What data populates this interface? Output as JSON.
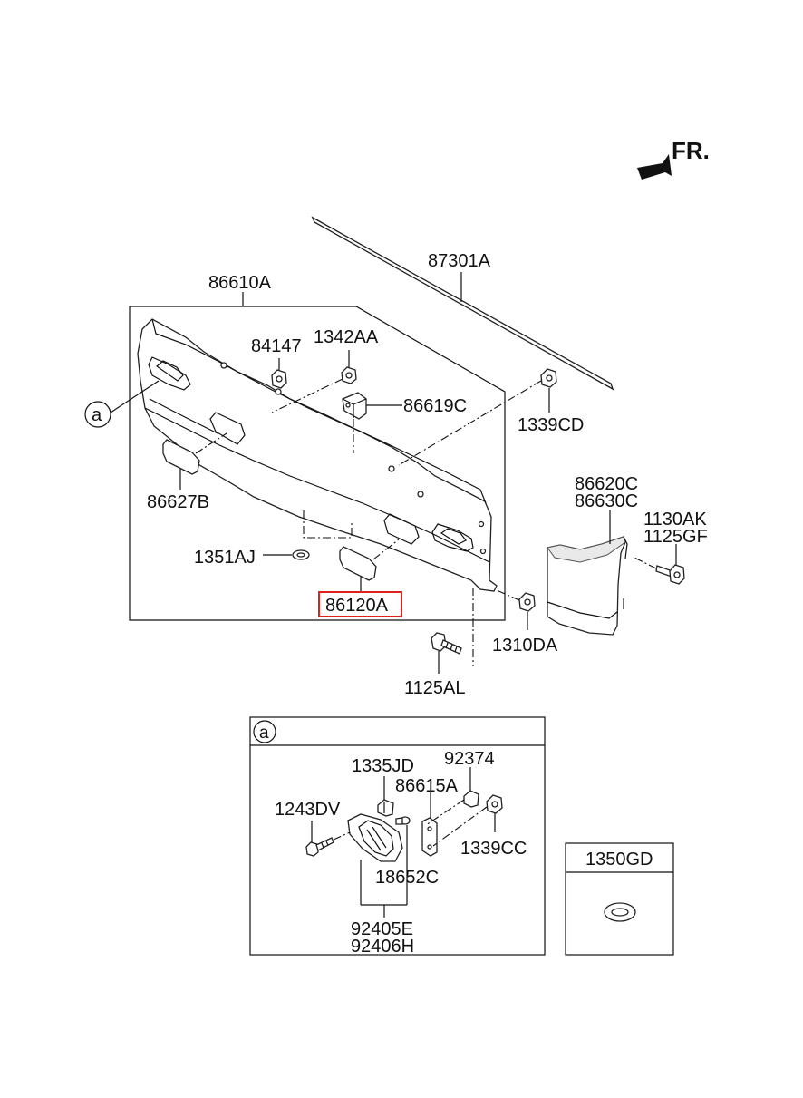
{
  "orientation": {
    "label": "FR."
  },
  "callout": {
    "letter": "a"
  },
  "parts": {
    "p87301A": "87301A",
    "p86610A": "86610A",
    "p84147": "84147",
    "p1342AA": "1342AA",
    "p86619C": "86619C",
    "p1339CD": "1339CD",
    "p86627B": "86627B",
    "p86620C": "86620C",
    "p86630C": "86630C",
    "p1130AK": "1130AK",
    "p1125GF": "1125GF",
    "p1351AJ": "1351AJ",
    "p86120A": "86120A",
    "p1310DA": "1310DA",
    "p1125AL": "1125AL"
  },
  "detail_a": {
    "p1335JD": "1335JD",
    "p92374": "92374",
    "p86615A": "86615A",
    "p1243DV": "1243DV",
    "p1339CC": "1339CC",
    "p18652C": "18652C",
    "p92405E": "92405E",
    "p92406H": "92406H"
  },
  "detail_b": {
    "p1350GD": "1350GD"
  },
  "highlight": {
    "part": "86120A",
    "color": "#e0201b"
  }
}
